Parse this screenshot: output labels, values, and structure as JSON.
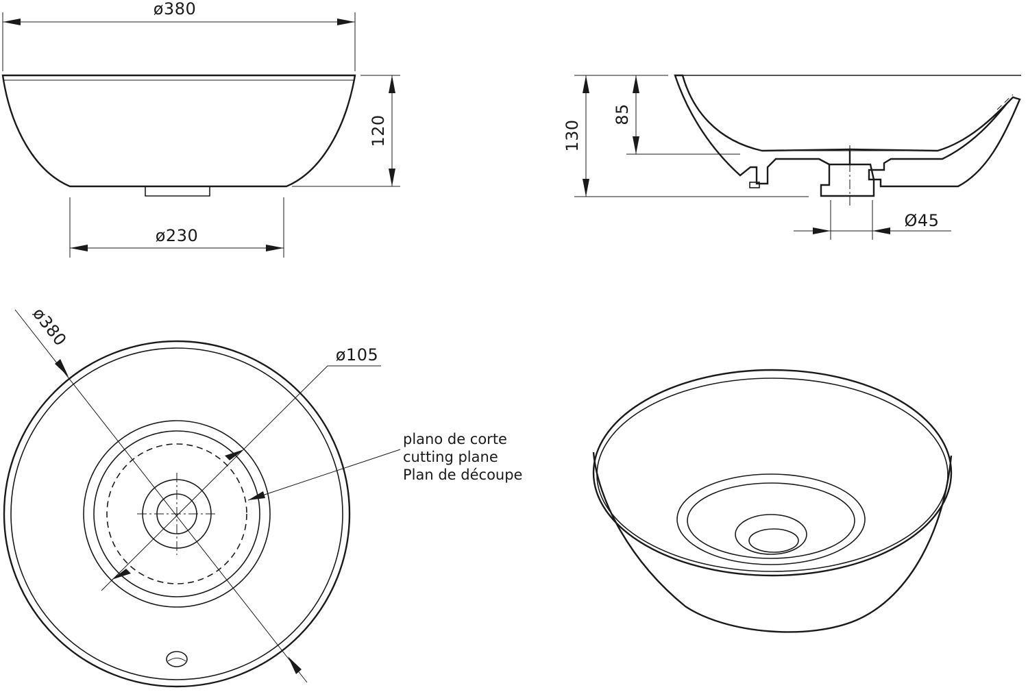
{
  "dimensions": {
    "side_top_diameter": "ø380",
    "side_height": "120",
    "side_base_diameter": "ø230",
    "section_total_height": "130",
    "section_inner_depth": "85",
    "section_drain_diameter": "Ø45",
    "plan_outer_diameter": "ø380",
    "plan_base_diameter": "ø105"
  },
  "cutting_plane_label": {
    "line1": "plano de corte",
    "line2": "cutting plane",
    "line3": "Plan de découpe"
  }
}
